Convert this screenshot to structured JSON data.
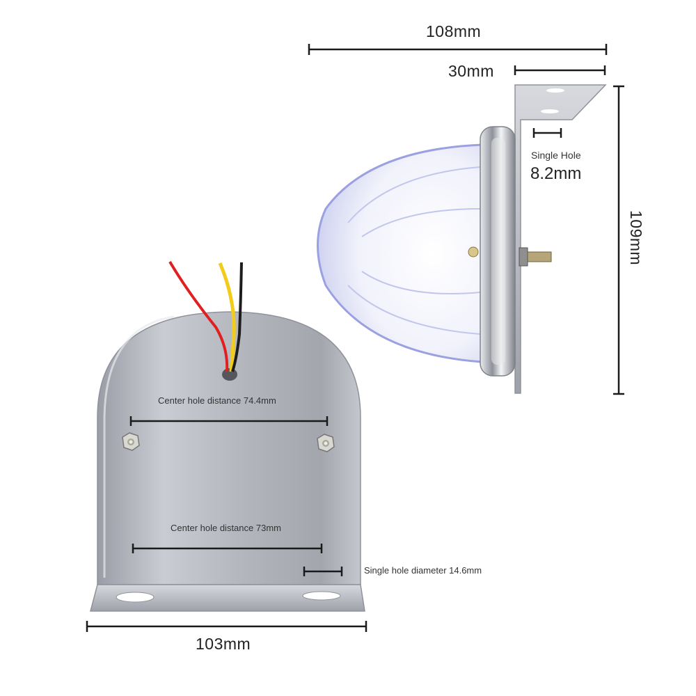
{
  "dimensions": {
    "overall_length": "108mm",
    "bracket_depth": "30mm",
    "height": "109mm",
    "bracket_width": "103mm",
    "single_hole_label": "Single Hole",
    "single_hole_size": "8.2mm",
    "center_hole_top": "Center hole distance 74.4mm",
    "center_hole_bottom": "Center hole distance 73mm",
    "single_hole_diameter": "Single hole diameter 14.6mm"
  },
  "colors": {
    "dimension_line": "#1a1a1a",
    "bracket_steel": "#b9bcc3",
    "bracket_shadow": "#8d9098",
    "chrome": "#c8cbd1",
    "lens_tint": "#d9dcf5",
    "wire_red": "#e02020",
    "wire_yellow": "#f2cc1a",
    "wire_black": "#1d1d1d"
  },
  "icons": {
    "stud": "hex-nut-icon",
    "light": "marker-light-icon"
  }
}
